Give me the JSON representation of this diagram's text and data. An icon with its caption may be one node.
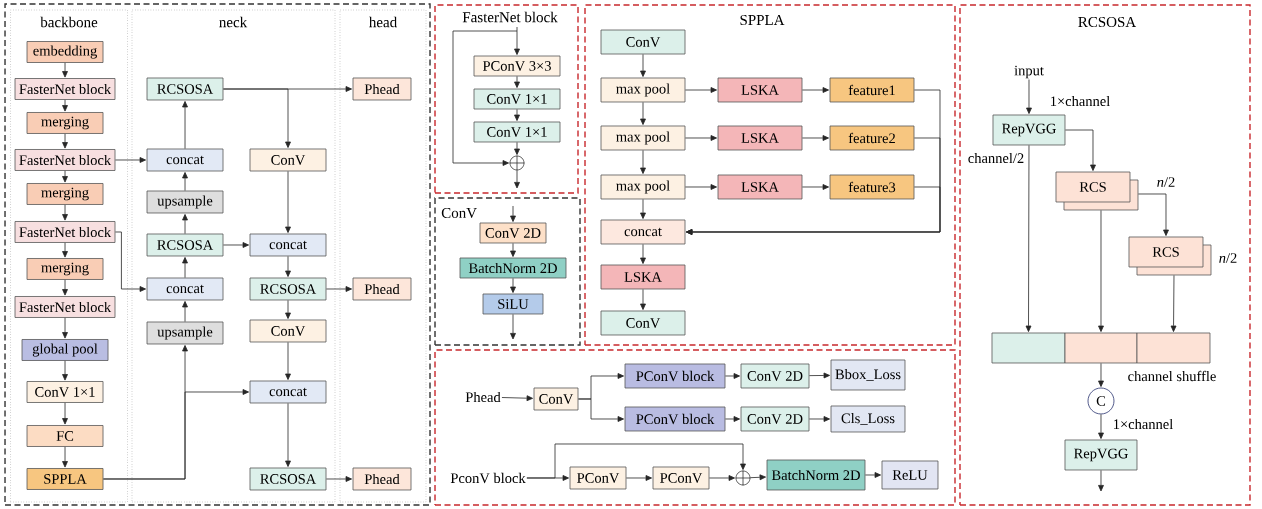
{
  "diagram": {
    "nodes": [
      {
        "text": [],
        "shape": "box"
      },
      {
        "text": [
          "backbone"
        ],
        "in": 0
      },
      {
        "text": [
          "neck"
        ],
        "in": 0
      },
      {
        "text": [
          "head"
        ],
        "in": 0
      },
      {
        "text": [
          "embedding"
        ],
        "in": 1
      },
      {
        "text": [
          "FasterNet block"
        ],
        "in": 1
      },
      {
        "text": [
          "merging"
        ],
        "in": 1
      },
      {
        "text": [
          "FasterNet block"
        ],
        "in": 1
      },
      {
        "text": [
          "merging"
        ],
        "in": 1
      },
      {
        "text": [
          "FasterNet block"
        ],
        "in": 1
      },
      {
        "text": [
          "merging"
        ],
        "in": 1
      },
      {
        "text": [
          "FasterNet block"
        ],
        "in": 1
      },
      {
        "text": [
          "global pool"
        ],
        "in": 1
      },
      {
        "text": [
          "ConV 1×1"
        ],
        "in": 1
      },
      {
        "text": [
          "FC"
        ],
        "in": 1
      },
      {
        "text": [
          "SPPLA"
        ],
        "in": 1
      },
      {
        "text": [
          "RCSOSA"
        ],
        "in": 2
      },
      {
        "text": [
          "concat"
        ],
        "in": 2
      },
      {
        "text": [
          "upsample"
        ],
        "in": 2
      },
      {
        "text": [
          "RCSOSA"
        ],
        "in": 2
      },
      {
        "text": [
          "concat"
        ],
        "in": 2
      },
      {
        "text": [
          "upsample"
        ],
        "in": 2
      },
      {
        "text": [
          "ConV"
        ],
        "in": 2
      },
      {
        "text": [
          "concat"
        ],
        "in": 2
      },
      {
        "text": [
          "RCSOSA"
        ],
        "in": 2
      },
      {
        "text": [
          "ConV"
        ],
        "in": 2
      },
      {
        "text": [
          "concat"
        ],
        "in": 2
      },
      {
        "text": [
          "RCSOSA"
        ],
        "in": 2
      },
      {
        "text": [
          "Phead"
        ],
        "in": 3
      },
      {
        "text": [
          "Phead"
        ],
        "in": 3
      },
      {
        "text": [
          "Phead"
        ],
        "in": 3
      },
      {
        "text": [
          "FasterNet block"
        ]
      },
      {
        "text": [
          "PConV 3×3"
        ],
        "in": 31
      },
      {
        "text": [
          "ConV 1×1"
        ],
        "in": 31
      },
      {
        "text": [
          "ConV 1×1"
        ],
        "in": 31
      },
      {
        "text": [],
        "shape": "circle",
        "in": 31
      },
      {
        "text": [
          "ConV"
        ]
      },
      {
        "text": [
          "ConV 2D"
        ],
        "in": 36
      },
      {
        "text": [
          "BatchNorm 2D"
        ],
        "in": 36
      },
      {
        "text": [
          "SiLU"
        ],
        "in": 36
      },
      {
        "text": [
          "SPPLA"
        ]
      },
      {
        "text": [
          "ConV"
        ],
        "in": 40
      },
      {
        "text": [
          "max pool"
        ],
        "in": 40
      },
      {
        "text": [
          "max pool"
        ],
        "in": 40
      },
      {
        "text": [
          "max pool"
        ],
        "in": 40
      },
      {
        "text": [
          "concat"
        ],
        "in": 40
      },
      {
        "text": [
          "LSKA"
        ],
        "in": 40
      },
      {
        "text": [
          "ConV"
        ],
        "in": 40
      },
      {
        "text": [
          "LSKA"
        ],
        "in": 40
      },
      {
        "text": [
          "LSKA"
        ],
        "in": 40
      },
      {
        "text": [
          "LSKA"
        ],
        "in": 40
      },
      {
        "text": [
          "feature1"
        ],
        "in": 40
      },
      {
        "text": [
          "feature2"
        ],
        "in": 40
      },
      {
        "text": [
          "feature3"
        ],
        "in": 40
      },
      {
        "text": [],
        "shape": "box"
      },
      {
        "text": [
          "Phead"
        ],
        "in": 54
      },
      {
        "text": [
          "ConV"
        ],
        "in": 54
      },
      {
        "text": [
          "PConV block"
        ],
        "in": 54
      },
      {
        "text": [
          "ConV 2D"
        ],
        "in": 54
      },
      {
        "text": [
          "Bbox_Loss"
        ],
        "in": 54
      },
      {
        "text": [
          "PConV block"
        ],
        "in": 54
      },
      {
        "text": [
          "ConV 2D"
        ],
        "in": 54
      },
      {
        "text": [
          "Cls_Loss"
        ],
        "in": 54
      },
      {
        "text": [
          "PconV block"
        ],
        "in": 54
      },
      {
        "text": [
          "PConV"
        ],
        "in": 54
      },
      {
        "text": [
          "PConV"
        ],
        "in": 54
      },
      {
        "text": [],
        "shape": "circle",
        "in": 54
      },
      {
        "text": [
          "BatchNorm 2D"
        ],
        "in": 54
      },
      {
        "text": [
          "ReLU"
        ],
        "in": 54
      },
      {
        "text": [
          "RCSOSA"
        ]
      },
      {
        "text": [
          "input"
        ],
        "in": 69
      },
      {
        "text": [
          "RepVGG"
        ],
        "in": 69
      },
      {
        "text": [
          "RCS"
        ],
        "in": 69
      },
      {
        "text": [
          "RCS"
        ],
        "in": 69
      },
      {
        "text": [],
        "shape": "box",
        "in": 69
      },
      {
        "text": [],
        "shape": "box",
        "in": 69
      },
      {
        "text": [],
        "shape": "box",
        "in": 69
      },
      {
        "text": [
          "C"
        ],
        "in": 69
      },
      {
        "text": [
          "RepVGG"
        ],
        "in": 69
      }
    ],
    "edges": [
      {
        "from": 4,
        "to": 5,
        "arrow": "to"
      },
      {
        "from": 5,
        "to": 6,
        "arrow": "to"
      },
      {
        "from": 6,
        "to": 7,
        "arrow": "to"
      },
      {
        "from": 7,
        "to": 8,
        "arrow": "to"
      },
      {
        "from": 8,
        "to": 9,
        "arrow": "to"
      },
      {
        "from": 9,
        "to": 10,
        "arrow": "to"
      },
      {
        "from": 10,
        "to": 11,
        "arrow": "to"
      },
      {
        "from": 11,
        "to": 12,
        "arrow": "to"
      },
      {
        "from": 12,
        "to": 13,
        "arrow": "to"
      },
      {
        "from": 13,
        "to": 14,
        "arrow": "to"
      },
      {
        "from": 14,
        "to": 15,
        "arrow": "to"
      },
      {
        "from": 7,
        "to": 17,
        "arrow": "to"
      },
      {
        "from": 9,
        "to": 20,
        "arrow": "to"
      },
      {
        "from": 15,
        "to": 21,
        "arrow": "to"
      },
      {
        "from": 15,
        "to": 26,
        "arrow": "to"
      },
      {
        "from": 21,
        "to": 20,
        "arrow": "to"
      },
      {
        "from": 20,
        "to": 19,
        "arrow": "to"
      },
      {
        "from": 19,
        "to": 18,
        "arrow": "to"
      },
      {
        "from": 18,
        "to": 17,
        "arrow": "to"
      },
      {
        "from": 17,
        "to": 16,
        "arrow": "to"
      },
      {
        "from": 16,
        "to": 28,
        "arrow": "to"
      },
      {
        "from": 16,
        "to": 22,
        "arrow": "to"
      },
      {
        "from": 19,
        "to": 23,
        "arrow": "to"
      },
      {
        "from": 22,
        "to": 23,
        "arrow": "to"
      },
      {
        "from": 23,
        "to": 24,
        "arrow": "to"
      },
      {
        "from": 24,
        "to": 29,
        "arrow": "to"
      },
      {
        "from": 24,
        "to": 25,
        "arrow": "to"
      },
      {
        "from": 25,
        "to": 26,
        "arrow": "to"
      },
      {
        "from": 26,
        "to": 27,
        "arrow": "to"
      },
      {
        "from": 27,
        "to": 30,
        "arrow": "to"
      },
      {
        "from": null,
        "to": 32,
        "arrow": "to"
      },
      {
        "from": null,
        "to": 35,
        "arrow": "to"
      },
      {
        "from": 32,
        "to": 33,
        "arrow": "to"
      },
      {
        "from": 33,
        "to": 34,
        "arrow": "to"
      },
      {
        "from": 34,
        "to": 35,
        "arrow": "to"
      },
      {
        "from": 35,
        "to": null,
        "arrow": "to"
      },
      {
        "from": null,
        "to": 37,
        "arrow": "to"
      },
      {
        "from": 37,
        "to": 38,
        "arrow": "to"
      },
      {
        "from": 38,
        "to": 39,
        "arrow": "to"
      },
      {
        "from": 39,
        "to": null,
        "arrow": "to"
      },
      {
        "from": 41,
        "to": 42,
        "arrow": "to"
      },
      {
        "from": 42,
        "to": 43,
        "arrow": "to"
      },
      {
        "from": 43,
        "to": 44,
        "arrow": "to"
      },
      {
        "from": 44,
        "to": 45,
        "arrow": "to"
      },
      {
        "from": 45,
        "to": 46,
        "arrow": "to"
      },
      {
        "from": 46,
        "to": 47,
        "arrow": "to"
      },
      {
        "from": 42,
        "to": 48,
        "arrow": "to"
      },
      {
        "from": 43,
        "to": 49,
        "arrow": "to"
      },
      {
        "from": 44,
        "to": 50,
        "arrow": "to"
      },
      {
        "from": 48,
        "to": 51,
        "arrow": "to"
      },
      {
        "from": 49,
        "to": 52,
        "arrow": "to"
      },
      {
        "from": 50,
        "to": 53,
        "arrow": "to"
      },
      {
        "from": 51,
        "to": 45,
        "arrow": "to"
      },
      {
        "from": 52,
        "to": 45,
        "arrow": "to"
      },
      {
        "from": 53,
        "to": 45,
        "arrow": "to"
      },
      {
        "from": 55,
        "to": 56,
        "arrow": "to"
      },
      {
        "from": 56,
        "to": 57,
        "arrow": "to"
      },
      {
        "from": 56,
        "to": 60,
        "arrow": "to"
      },
      {
        "from": 57,
        "to": 58,
        "arrow": "to"
      },
      {
        "from": 58,
        "to": 59,
        "arrow": "to"
      },
      {
        "from": 60,
        "to": 61,
        "arrow": "to"
      },
      {
        "from": 61,
        "to": 62,
        "arrow": "to"
      },
      {
        "from": 63,
        "to": 64,
        "arrow": "to"
      },
      {
        "from": 63,
        "to": 66,
        "arrow": "to"
      },
      {
        "from": 64,
        "to": 65,
        "arrow": "to"
      },
      {
        "from": 65,
        "to": 66,
        "arrow": "to"
      },
      {
        "from": 66,
        "to": 67,
        "arrow": "to"
      },
      {
        "from": 67,
        "to": 68,
        "arrow": "to"
      },
      {
        "from": 70,
        "to": 71,
        "arrow": "to"
      },
      {
        "from": 71,
        "to": 72,
        "arrow": "to"
      },
      {
        "from": 72,
        "to": 73,
        "arrow": "to"
      },
      {
        "from": 71,
        "to": 74,
        "arrow": "to"
      },
      {
        "from": 72,
        "to": 75,
        "arrow": "to"
      },
      {
        "from": 73,
        "to": 76,
        "arrow": "to"
      },
      {
        "from": 75,
        "to": 77,
        "arrow": "to"
      },
      {
        "from": 77,
        "to": 78,
        "arrow": "to"
      },
      {
        "from": 78,
        "to": null,
        "arrow": "to"
      }
    ],
    "labels": [
      "1×channel",
      "channel/2",
      "*n*/2",
      "*n*/2",
      "channel shuffle",
      "1×channel"
    ]
  }
}
